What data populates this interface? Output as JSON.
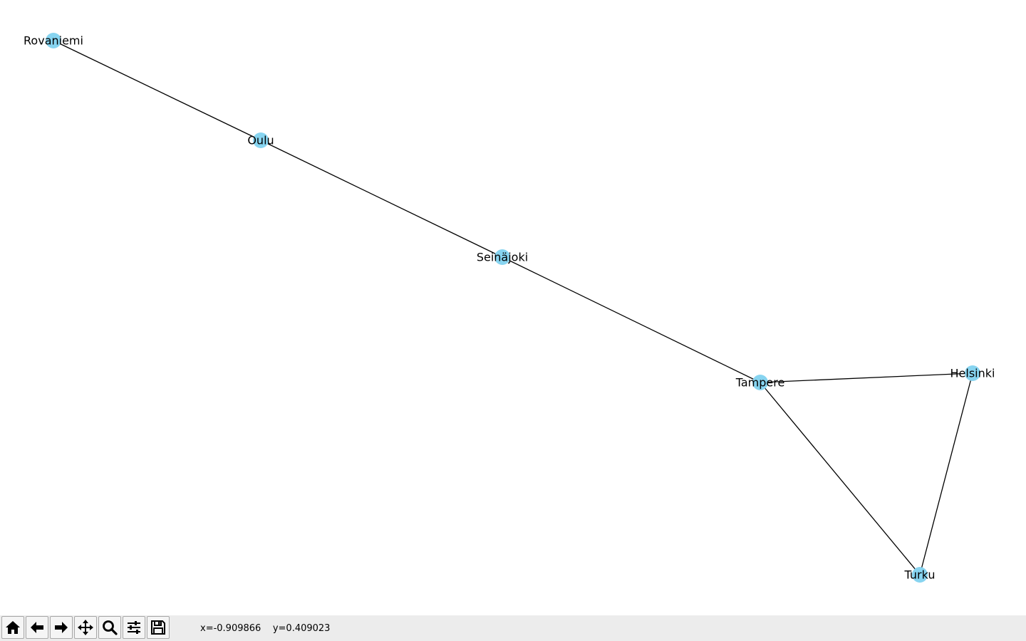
{
  "graph": {
    "node_color": "#87d4f0",
    "edge_color": "#000000",
    "nodes": [
      {
        "id": "rovaniemi",
        "label": "Rovaniemi"
      },
      {
        "id": "oulu",
        "label": "Oulu"
      },
      {
        "id": "seinajoki",
        "label": "Seinäjoki"
      },
      {
        "id": "tampere",
        "label": "Tampere"
      },
      {
        "id": "helsinki",
        "label": "Helsinki"
      },
      {
        "id": "turku",
        "label": "Turku"
      }
    ],
    "edges": [
      [
        "rovaniemi",
        "oulu"
      ],
      [
        "oulu",
        "seinajoki"
      ],
      [
        "seinajoki",
        "tampere"
      ],
      [
        "tampere",
        "helsinki"
      ],
      [
        "tampere",
        "turku"
      ],
      [
        "helsinki",
        "turku"
      ]
    ]
  },
  "toolbar": {
    "buttons": [
      {
        "name": "home-button",
        "icon": "home-icon"
      },
      {
        "name": "back-button",
        "icon": "arrow-left-icon"
      },
      {
        "name": "forward-button",
        "icon": "arrow-right-icon"
      },
      {
        "name": "pan-button",
        "icon": "move-icon"
      },
      {
        "name": "zoom-button",
        "icon": "magnifier-icon"
      },
      {
        "name": "configure-subplots-button",
        "icon": "sliders-icon"
      },
      {
        "name": "save-button",
        "icon": "floppy-disk-icon"
      }
    ],
    "coords": "x=-0.909866    y=0.409023"
  }
}
